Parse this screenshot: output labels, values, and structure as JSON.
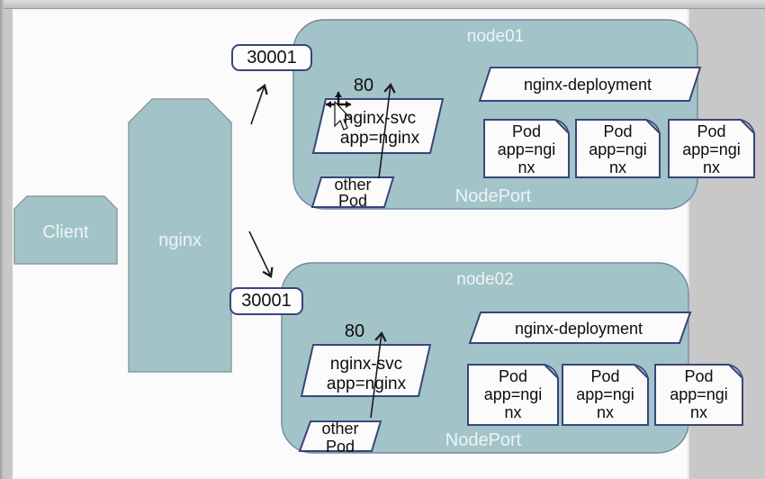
{
  "palette": {
    "window_bg": "#c8c8c8",
    "page_bg": "#fbfbfb",
    "teal_fill": "#a2c4c8",
    "teal_border": "#8d9c9c",
    "node_border": "#74879f",
    "shape_border": "#39457a",
    "shape_fill": "#fbfbfb",
    "arrow": "#1c1c1c",
    "light_text": "#edf4f4",
    "dark_text": "#0e0e0e"
  },
  "icons": {
    "cursor": "move-cursor"
  },
  "client": {
    "label": "Client"
  },
  "load_balancer": {
    "label": "nginx"
  },
  "ports": {
    "node01": "30001",
    "node02": "30001"
  },
  "nodes": [
    {
      "title": "node01",
      "nodeport": "NodePort",
      "deployment": "nginx-deployment",
      "service_port": "80",
      "service": {
        "line1": "nginx-svc",
        "line2": "app=nginx"
      },
      "other_pod": {
        "line1": "other",
        "line2": "Pod"
      },
      "pods": [
        {
          "l1": "Pod",
          "l2": "app=ngi",
          "l3": "nx"
        },
        {
          "l1": "Pod",
          "l2": "app=ngi",
          "l3": "nx"
        },
        {
          "l1": "Pod",
          "l2": "app=ngi",
          "l3": "nx"
        }
      ]
    },
    {
      "title": "node02",
      "nodeport": "NodePort",
      "deployment": "nginx-deployment",
      "service_port": "80",
      "service": {
        "line1": "nginx-svc",
        "line2": "app=nginx"
      },
      "other_pod": {
        "line1": "other",
        "line2": "Pod"
      },
      "pods": [
        {
          "l1": "Pod",
          "l2": "app=ngi",
          "l3": "nx"
        },
        {
          "l1": "Pod",
          "l2": "app=ngi",
          "l3": "nx"
        },
        {
          "l1": "Pod",
          "l2": "app=ngi",
          "l3": "nx"
        }
      ]
    }
  ]
}
